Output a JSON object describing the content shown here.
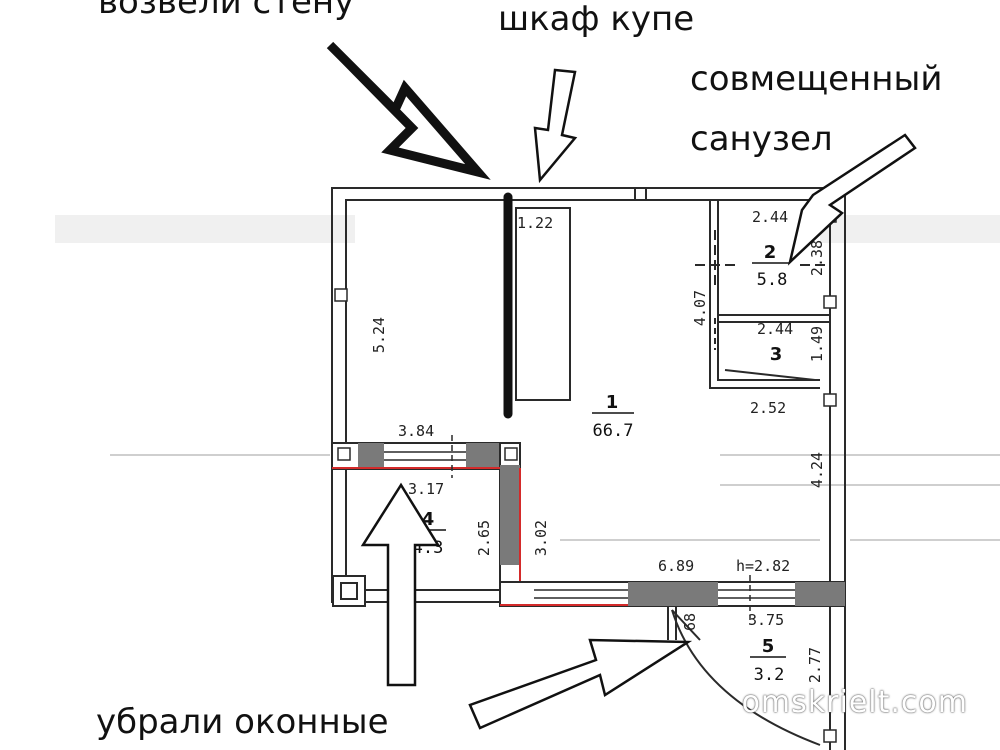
{
  "callouts": {
    "wall_removed": "возвели стену",
    "wardrobe": "шкаф купе",
    "bathroom_line1": "совмещенный",
    "bathroom_line2": "санузел",
    "window_removed": "убрали оконные"
  },
  "watermark": "omskrielt.com",
  "rooms": {
    "main": {
      "number": "1",
      "area": "66.7"
    },
    "bath": {
      "number": "2",
      "area": "5.8"
    },
    "closet": {
      "number": "3"
    },
    "balcony": {
      "number": "4",
      "area": "4.3"
    },
    "loggia": {
      "number": "5",
      "area": "3.2"
    }
  },
  "dims": {
    "wardrobe_w": "1.22",
    "left_wall": "5.24",
    "bath_top": "2.44",
    "bath_right": "2.38",
    "partition": "4.07",
    "closet_top": "2.44",
    "closet_right": "1.49",
    "main_mid": "2.52",
    "main_right": "4.24",
    "balcony_top": "3.84",
    "balcony_inner": "3.17",
    "balcony_left": "2.65",
    "balcony_right": "3.02",
    "bottom_wall": "6.89",
    "height": "h=2.82",
    "loggia_top": "3.75",
    "loggia_right": "2.77",
    "door": "68"
  },
  "colors": {
    "line": "#2a2a2a",
    "wall_fill": "#7a7a7a",
    "marker": "#111111",
    "accent_red": "#d42a2a"
  }
}
